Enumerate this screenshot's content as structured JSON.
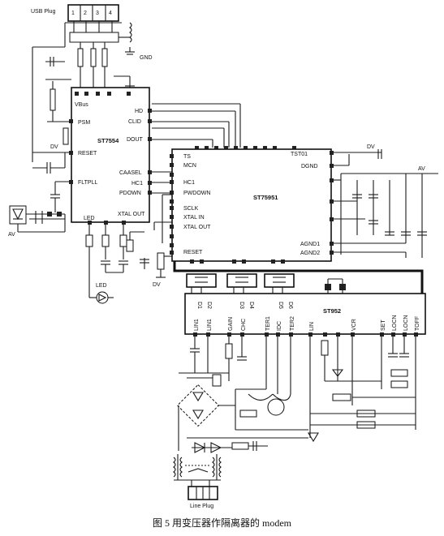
{
  "usb_plug": {
    "label": "USB Plug",
    "pins": [
      "1",
      "2",
      "3",
      "4"
    ]
  },
  "power_labels": {
    "gnd": "GND",
    "dv": "DV",
    "av": "AV",
    "led": "LED"
  },
  "st7554": {
    "name": "ST7554",
    "left_pins": [
      "VBus",
      "PSM",
      "RESET",
      "FLTPLL"
    ],
    "right_pins": [
      "HD",
      "CLID",
      "DOUT",
      "CAASEL",
      "HC1",
      "PDOWN",
      "XTAL OUT"
    ]
  },
  "st75951": {
    "name": "ST75951",
    "left_pins": [
      "TS",
      "MCN",
      "HC1",
      "PWDOWN",
      "SCLK",
      "XTAL IN",
      "XTAL OUT",
      "RESET"
    ],
    "right_pins": [
      "TST01",
      "DGND",
      "AGND1",
      "AGND2"
    ],
    "bottom_pins": [
      "D1",
      "D2",
      "D3",
      "D4",
      "D5",
      "D6"
    ]
  },
  "st952": {
    "name": "ST952",
    "top_pins": [
      "LIN1",
      "LIN1",
      "GAIN",
      "CHC",
      "TER1",
      "IDC",
      "TER2",
      "LIN",
      "VCR",
      "SET",
      "LOCN",
      "LOCN",
      "TOFF"
    ]
  },
  "line_plug": {
    "label": "Line Plug"
  },
  "caption": "图 5  用变压器作隔离器的 modem"
}
